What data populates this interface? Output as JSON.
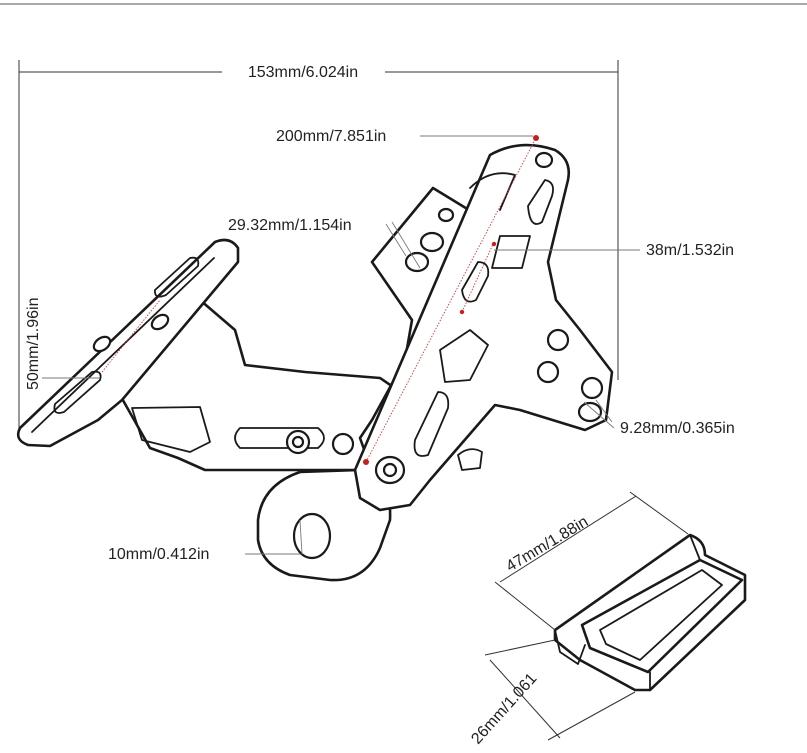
{
  "colors": {
    "line": "#1a1a1a",
    "dimension": "#333333",
    "accent": "#c81e1e"
  },
  "dimensions": {
    "overall_width": "153mm/6.024in",
    "diagonal_length": "200mm/7.851in",
    "slot_width": "29.32mm/1.154in",
    "slot_length": "38m/1.532in",
    "plate_height": "50mm/1.96in",
    "hole_diameter": "9.28mm/0.365in",
    "clamp_diameter": "10mm/0.412in",
    "clip_length": "47mm/1.88in",
    "clip_width": "26mm/1.061"
  }
}
